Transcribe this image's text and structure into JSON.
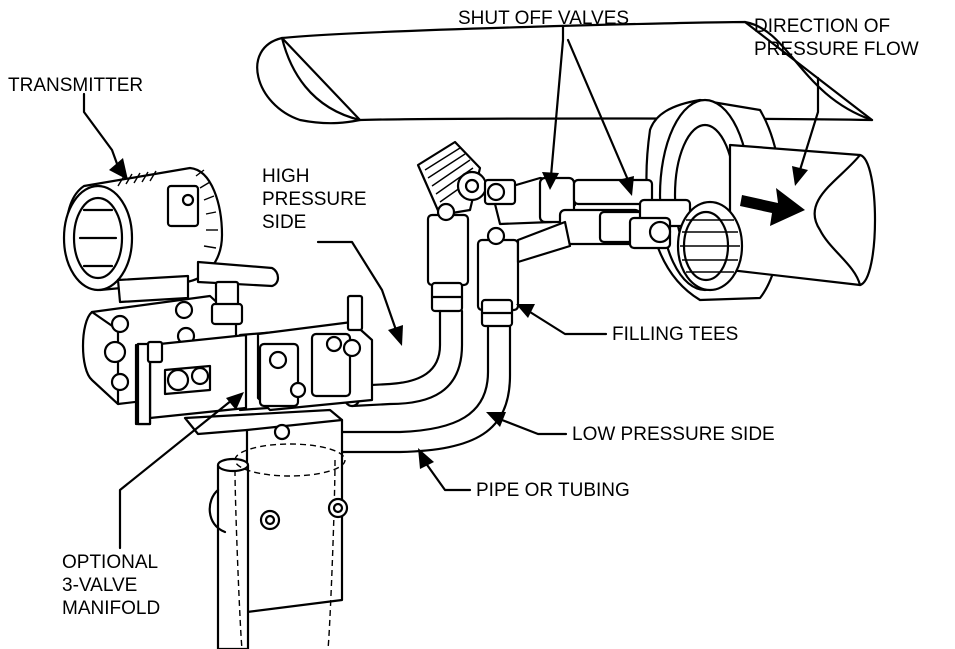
{
  "labels": {
    "transmitter": "TRANSMITTER",
    "shut_off_valves": "SHUT OFF VALVES",
    "direction_line1": "DIRECTION OF",
    "direction_line2": "PRESSURE FLOW",
    "high_line1": "HIGH",
    "high_line2": "PRESSURE",
    "high_line3": "SIDE",
    "filling_tees": "FILLING TEES",
    "low_pressure_side": "LOW PRESSURE SIDE",
    "pipe_or_tubing": "PIPE OR TUBING",
    "optional_line1": "OPTIONAL",
    "optional_line2": "3-VALVE",
    "optional_line3": "MANIFOLD"
  }
}
